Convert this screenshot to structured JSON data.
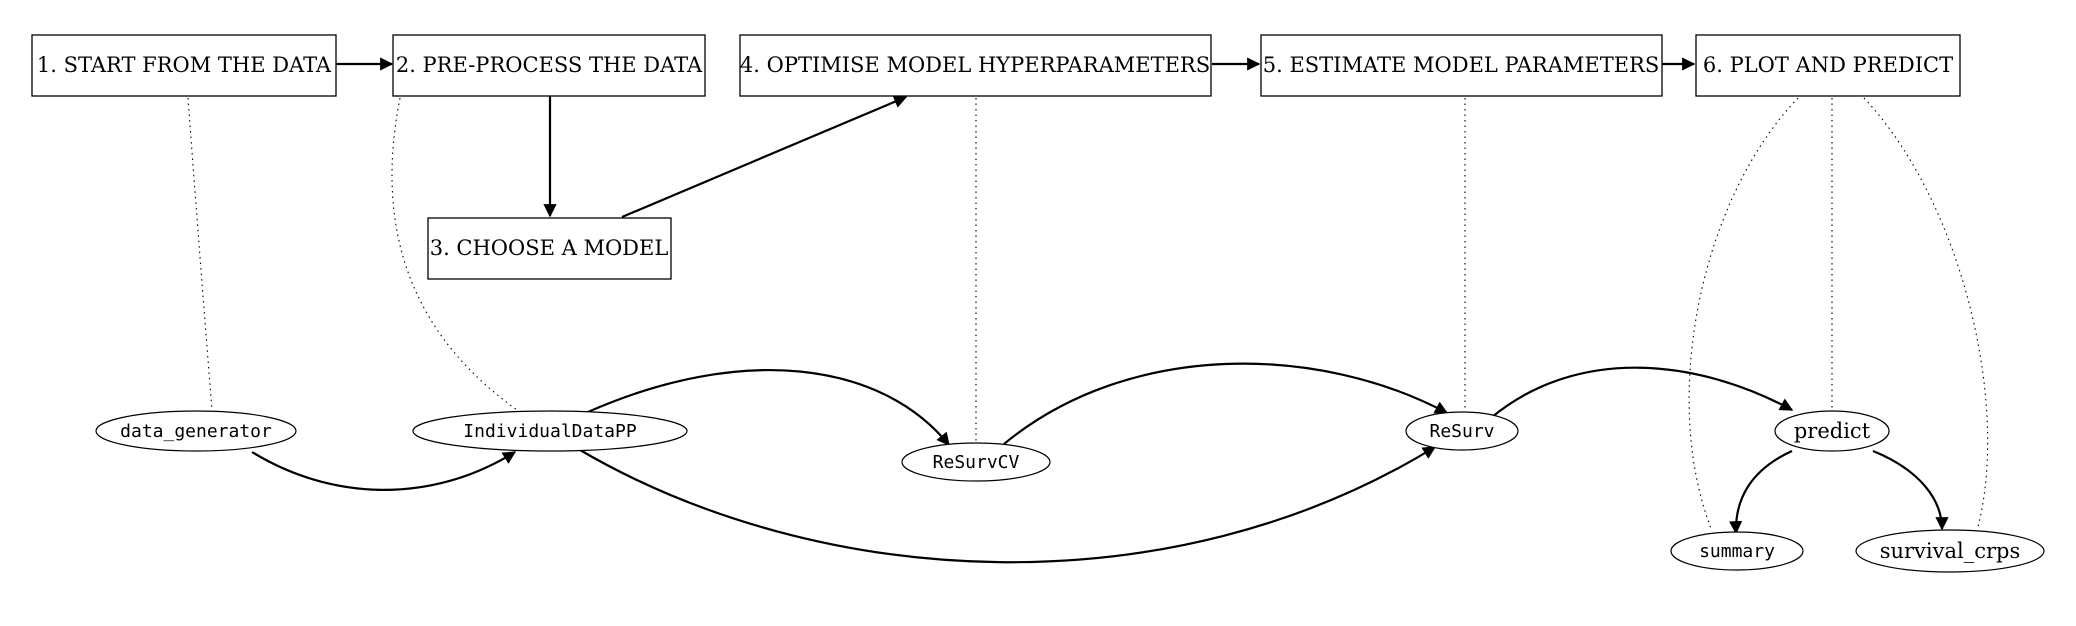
{
  "steps": {
    "start": "1. START FROM THE DATA",
    "preprocess": "2. PRE-PROCESS THE DATA",
    "choose_model": "3. CHOOSE A MODEL",
    "optimise": "4. OPTIMISE MODEL HYPERPARAMETERS",
    "estimate": "5. ESTIMATE MODEL PARAMETERS",
    "plot_predict": "6. PLOT AND PREDICT"
  },
  "functions": {
    "data_generator": "data_generator",
    "individual_data_pp": "IndividualDataPP",
    "resurv_cv": "ReSurvCV",
    "resurv": "ReSurv",
    "predict": "predict",
    "summary": "summary",
    "survival_crps": "survival_crps"
  }
}
